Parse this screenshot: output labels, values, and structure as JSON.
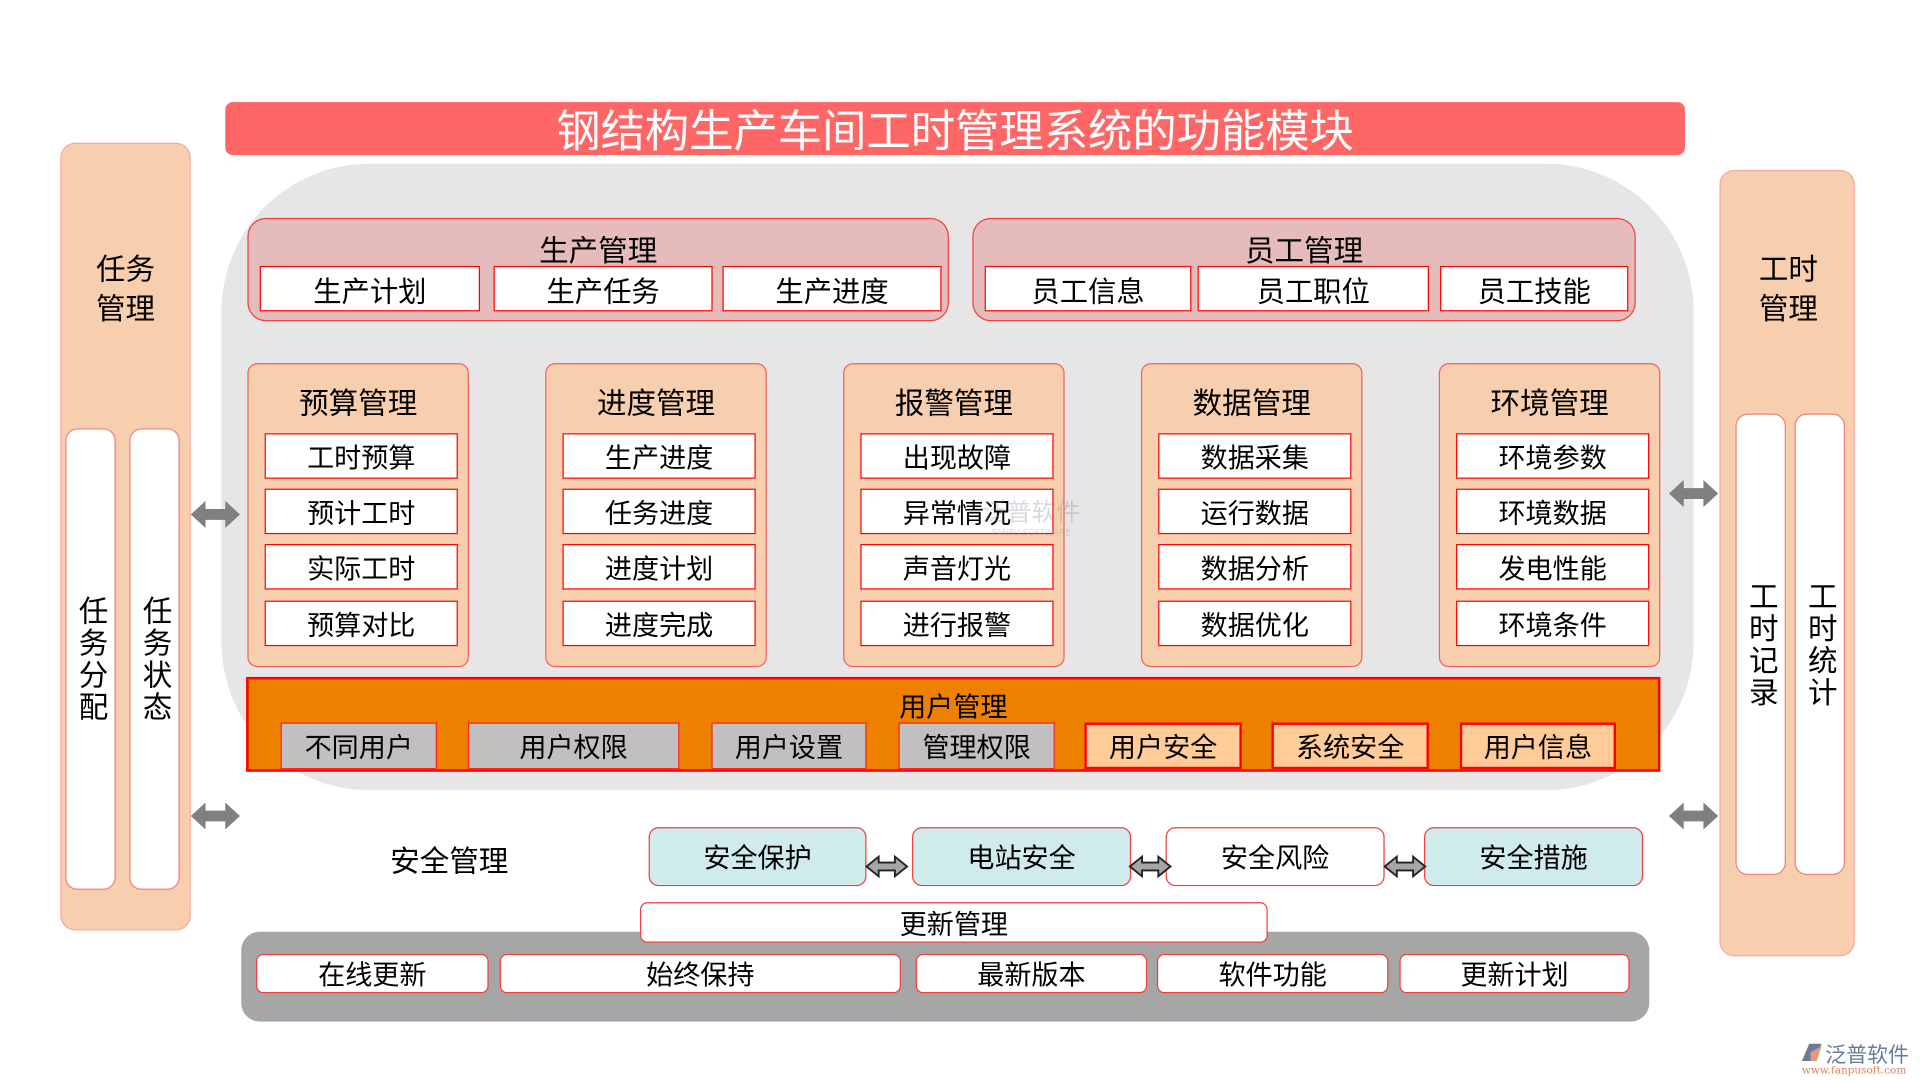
{
  "title": "钢结构生产车间工时管理系统的功能模块",
  "left_panel": {
    "title": "任务管理",
    "items": [
      "任务分配",
      "任务状态"
    ]
  },
  "right_panel": {
    "title": "工时管理",
    "items": [
      "工时记录",
      "工时统计"
    ]
  },
  "production": {
    "title": "生产管理",
    "items": [
      "生产计划",
      "生产任务",
      "生产进度"
    ]
  },
  "staff": {
    "title": "员工管理",
    "items": [
      "员工信息",
      "员工职位",
      "员工技能"
    ]
  },
  "columns": [
    {
      "title": "预算管理",
      "items": [
        "工时预算",
        "预计工时",
        "实际工时",
        "预算对比"
      ]
    },
    {
      "title": "进度管理",
      "items": [
        "生产进度",
        "任务进度",
        "进度计划",
        "进度完成"
      ]
    },
    {
      "title": "报警管理",
      "items": [
        "出现故障",
        "异常情况",
        "声音灯光",
        "进行报警"
      ]
    },
    {
      "title": "数据管理",
      "items": [
        "数据采集",
        "运行数据",
        "数据分析",
        "数据优化"
      ]
    },
    {
      "title": "环境管理",
      "items": [
        "环境参数",
        "环境数据",
        "发电性能",
        "环境条件"
      ]
    }
  ],
  "user_mgmt": {
    "title": "用户管理",
    "items": [
      "不同用户",
      "用户权限",
      "用户设置",
      "管理权限",
      "用户安全",
      "系统安全",
      "用户信息"
    ]
  },
  "security": {
    "title": "安全管理",
    "items": [
      "安全保护",
      "电站安全",
      "安全风险",
      "安全措施"
    ]
  },
  "update": {
    "title": "更新管理",
    "items": [
      "在线更新",
      "始终保持",
      "最新版本",
      "软件功能",
      "更新计划"
    ]
  },
  "watermark": {
    "brand": "泛普软件",
    "sub": "FANPU SOFTWARE"
  },
  "logo": {
    "brand": "泛普软件",
    "url_text": "www.fanpusoft.com"
  },
  "colors": {
    "title_bar": "#FF6666",
    "side_panel": "#F8CFAE",
    "user_bar": "#EE8000",
    "security_cyan": "#D0EBEB",
    "update_bar": "#A6A6A6",
    "border_red": "#FF0000"
  }
}
